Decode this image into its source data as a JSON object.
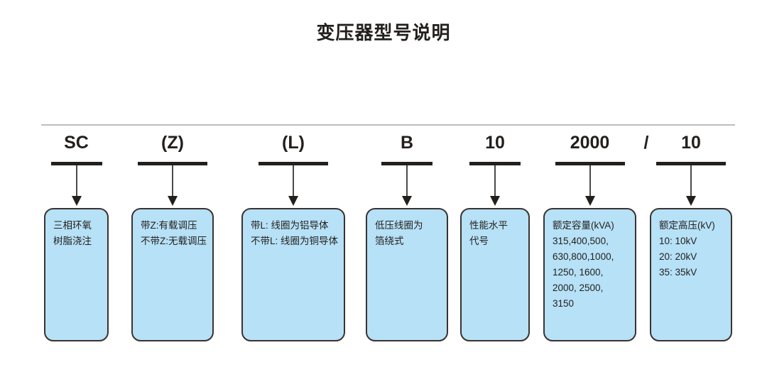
{
  "title": "变压器型号说明",
  "separator": "/",
  "colors": {
    "box_fill": "#b6e1f7",
    "box_border": "#3a3330",
    "text": "#231f1c",
    "rule": "#bdbdbd"
  },
  "columns": [
    {
      "code": "SC",
      "box_lines": [
        "三相环氧",
        "树脂浇注"
      ]
    },
    {
      "code": "(Z)",
      "box_lines": [
        "带Z:有载调压",
        "不带Z:无载调压"
      ]
    },
    {
      "code": "(L)",
      "box_lines": [
        "带L: 线圈为铝导体",
        "不带L: 线圈为铜导体"
      ]
    },
    {
      "code": "B",
      "box_lines": [
        "低压线圈为",
        "箔绕式"
      ]
    },
    {
      "code": "10",
      "box_lines": [
        "性能水平",
        "代号"
      ]
    },
    {
      "code": "2000",
      "box_lines": [
        "额定容量(kVA)",
        "315,400,500,",
        "630,800,1000,",
        "1250, 1600,",
        "2000, 2500,",
        "3150"
      ]
    },
    {
      "code": "10",
      "box_lines": [
        "额定高压(kV)",
        "10: 10kV",
        "20: 20kV",
        "35: 35kV"
      ]
    }
  ]
}
